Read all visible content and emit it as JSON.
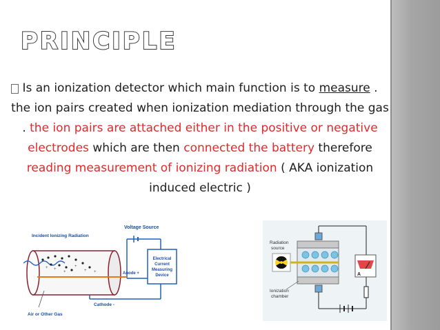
{
  "title": "PRINCIPLE",
  "bullet": {
    "segments": [
      {
        "text": "Is an ionization detector which main function is to ",
        "style": "normal"
      },
      {
        "text": "measure",
        "style": "underline"
      },
      {
        "text": " . the ion pairs created when ionization mediation through the gas . ",
        "style": "normal"
      },
      {
        "text": "the ion pairs are attached either in the positive or negative electrodes",
        "style": "red"
      },
      {
        "text": " which are then ",
        "style": "normal"
      },
      {
        "text": "connected the battery",
        "style": "red"
      },
      {
        "text": " therefore ",
        "style": "normal"
      },
      {
        "text": "reading measurement of ionizing radiation",
        "style": "red"
      },
      {
        "text": " ( AKA ionization induced electric )",
        "style": "normal"
      }
    ]
  },
  "diagram_left": {
    "voltage_source": "Voltage Source",
    "incident": "Incident Ionizing Radiation",
    "anode": "Anode +",
    "cathode": "Cathode -",
    "gas": "Air or Other Gas",
    "device_line1": "Electrical",
    "device_line2": "Current",
    "device_line3": "Measuring",
    "device_line4": "Device"
  },
  "diagram_right": {
    "radiation_line1": "Radiation",
    "radiation_line2": "source",
    "chamber_line1": "Ionization",
    "chamber_line2": "chamber",
    "meter_label": "A"
  },
  "colors": {
    "red_text": "#e02a2a",
    "diagram_blue": "#1f5fbf",
    "diagram_orange": "#e37a17",
    "diagram_label_blue": "#1b4fa8"
  }
}
